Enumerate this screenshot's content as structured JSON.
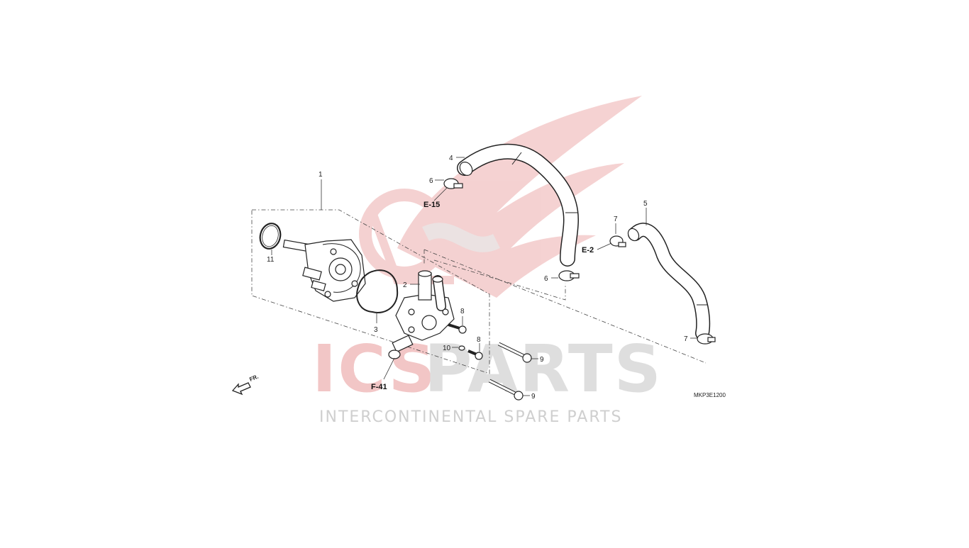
{
  "watermark": {
    "brand_red": "ICS",
    "brand_gray": "PARTS",
    "tagline": "INTERCONTINENTAL SPARE PARTS",
    "logo_icon": "wing-logo-icon",
    "colors": {
      "red": "#f0c4c4",
      "gray": "#dcdcdc"
    }
  },
  "diagram": {
    "code": "MKP3E1200",
    "direction_label": "FR.",
    "direction_icon": "arrow-front-icon",
    "references": [
      "E-15",
      "E-2",
      "F-41"
    ],
    "callouts": [
      "1",
      "2",
      "3",
      "4",
      "5",
      "6",
      "6",
      "7",
      "7",
      "8",
      "8",
      "9",
      "9",
      "10",
      "11"
    ]
  }
}
